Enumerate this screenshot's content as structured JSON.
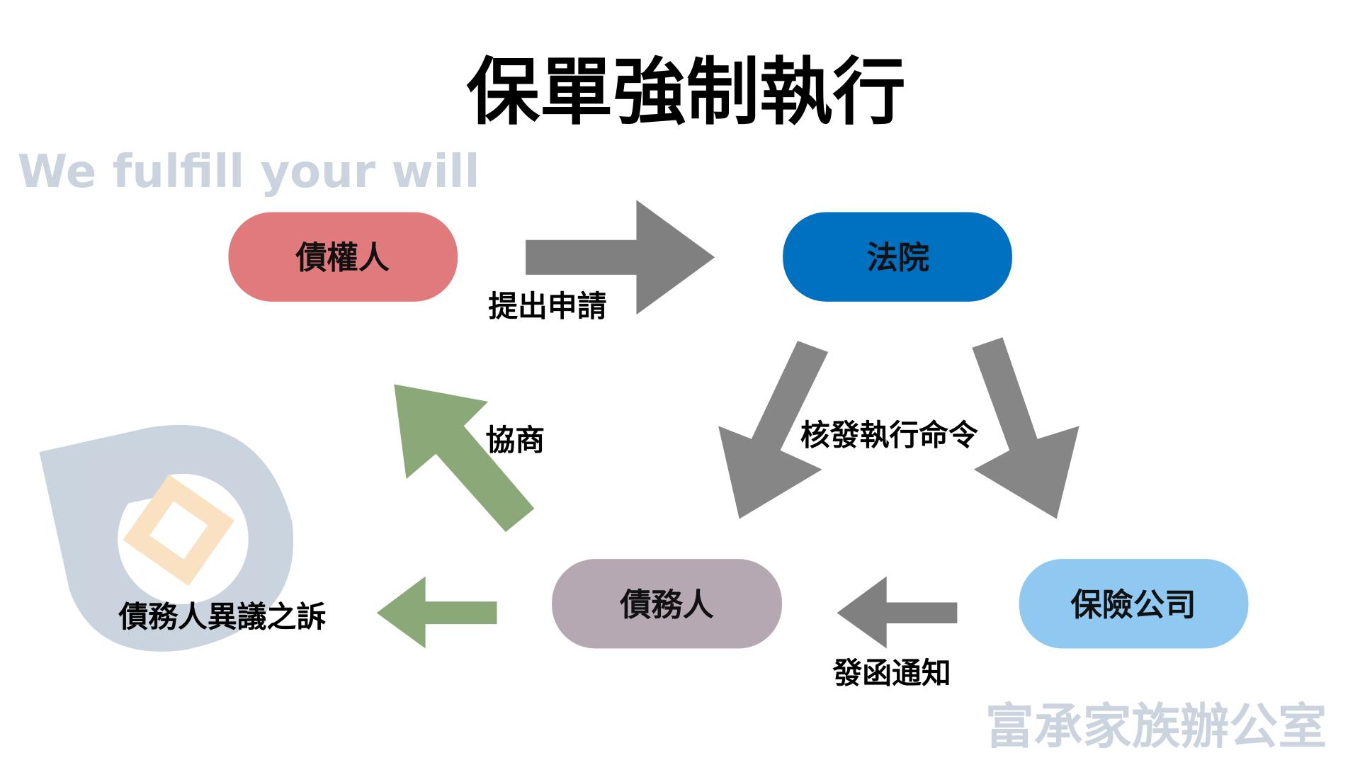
{
  "title": "保單強制執行",
  "nodes": {
    "creditor": "債權人",
    "court": "法院",
    "debtor": "債務人",
    "insurer": "保險公司"
  },
  "edge_labels": {
    "apply": "提出申請",
    "negotiate": "協商",
    "order": "核發執行命令",
    "notify": "發函通知",
    "objection": "債務人異議之訴"
  },
  "watermark": {
    "cn": "富承家族辦公室",
    "en": "We fulfill your will"
  },
  "colors": {
    "creditor": "#E07A7C",
    "court": "#0070C0",
    "debtor": "#B5A8B3",
    "insurer": "#8FC8F0",
    "arrow_gray": "#808080",
    "arrow_green": "#8BA878"
  }
}
